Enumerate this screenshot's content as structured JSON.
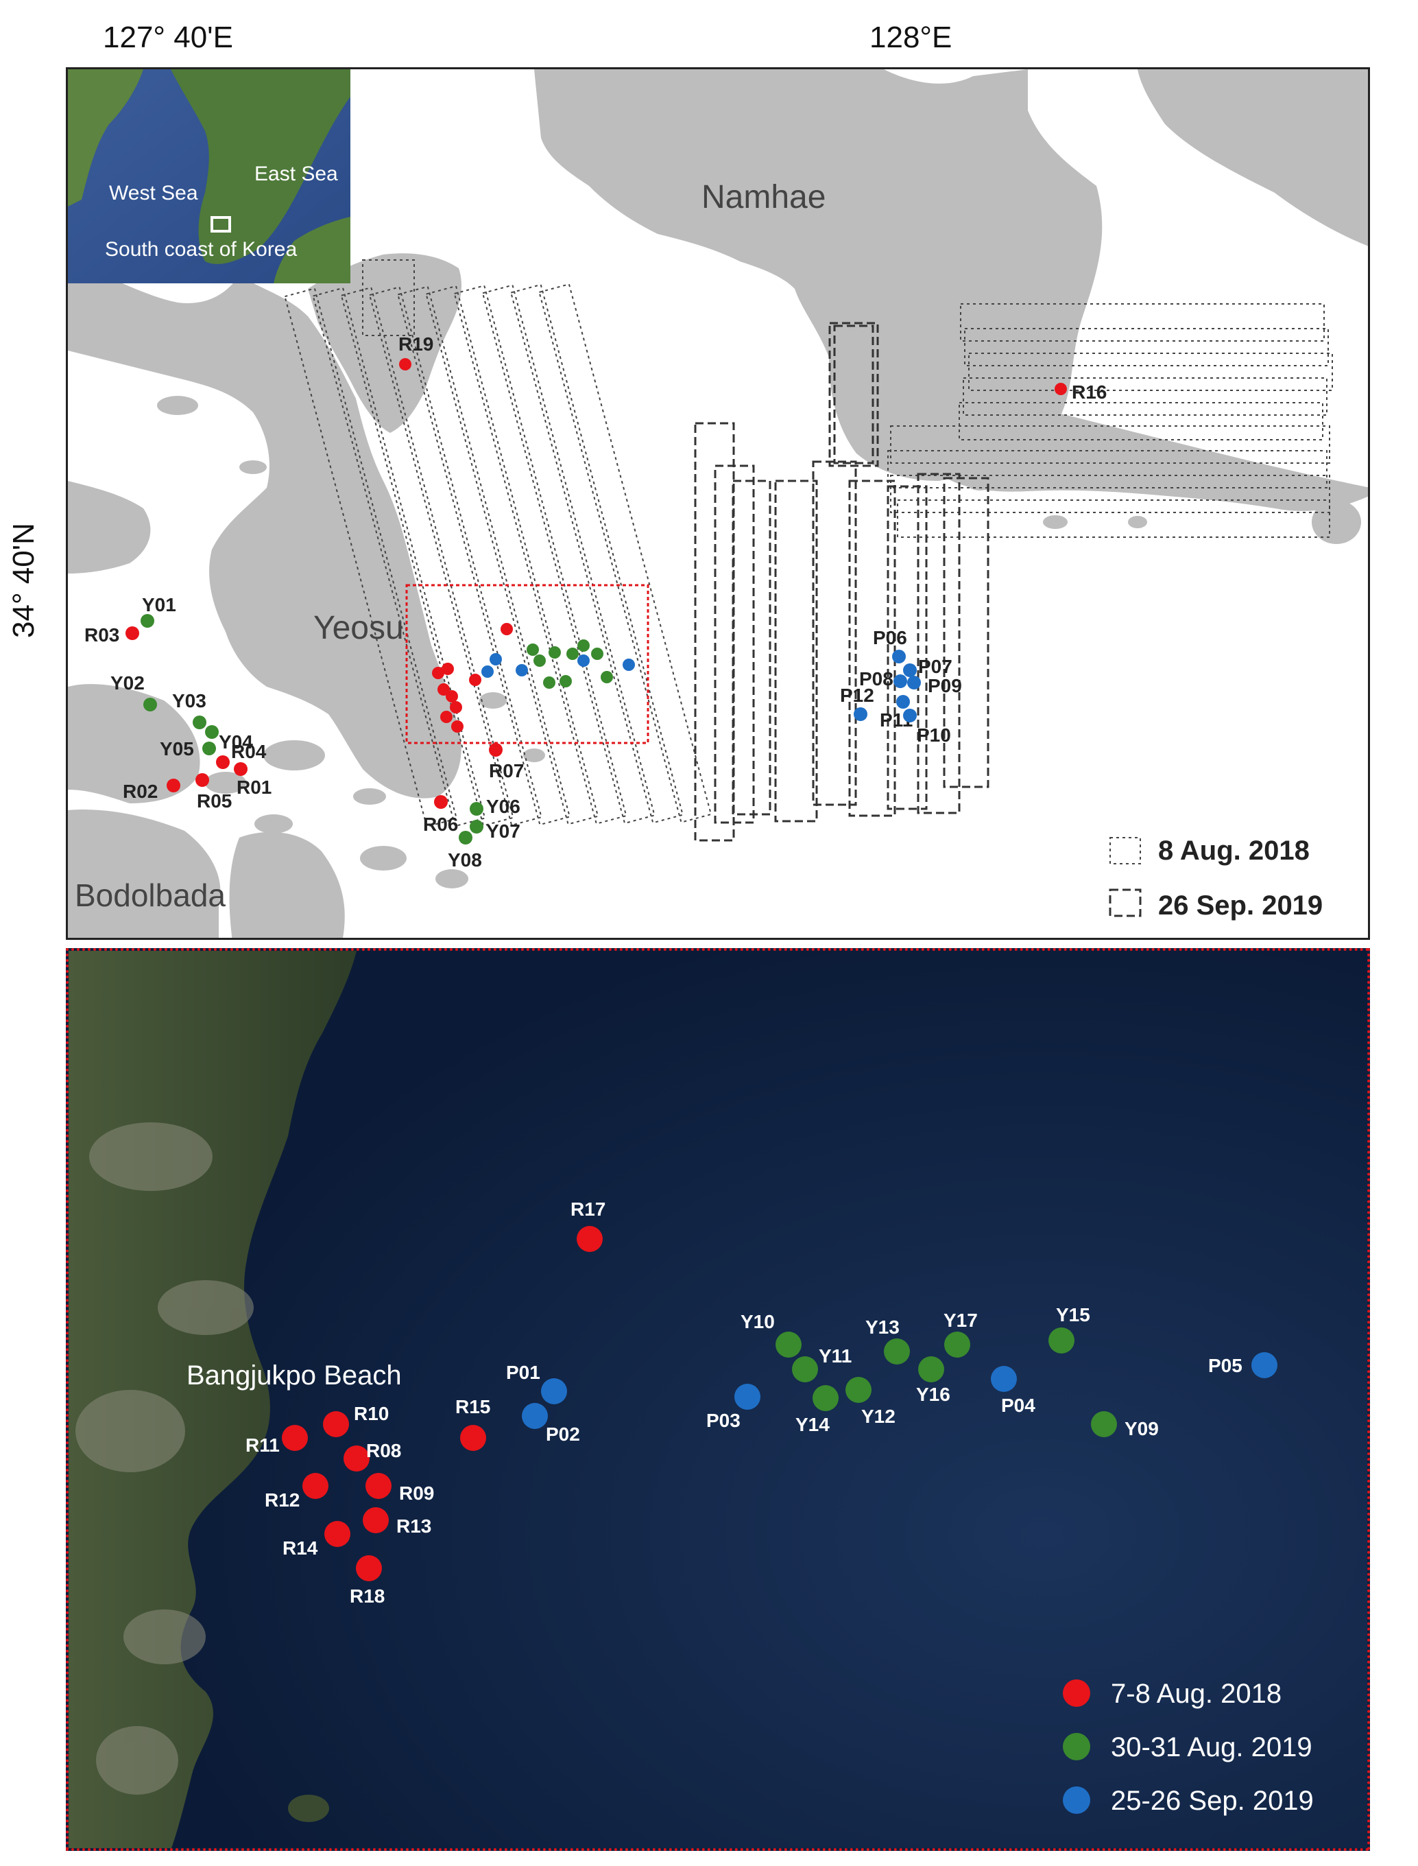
{
  "coordinates": {
    "lon_left": "127° 40'E",
    "lon_right": "128°E",
    "lat": "34° 40'N"
  },
  "inset": {
    "labels": [
      "West Sea",
      "East Sea",
      "South coast of Korea"
    ]
  },
  "places": {
    "namhae": "Namhae",
    "yeosu": "Yeosu",
    "bodolbada": "Bodolbada",
    "beach": "Bangjukpo Beach"
  },
  "top_legend": {
    "dotted": "8 Aug. 2018",
    "dashed": "26 Sep. 2019"
  },
  "bottom_legend": {
    "red": "7-8 Aug. 2018",
    "green": "30-31 Aug. 2019",
    "blue": "25-26 Sep. 2019"
  },
  "colors": {
    "red": "#e8141a",
    "green": "#3a8a2e",
    "blue": "#1f6fc6",
    "land": "#bdbdbd",
    "sea_dark": "#0d1f3e",
    "box_red": "#e0141a"
  },
  "top_points": [
    {
      "id": "Y01",
      "c": "green"
    },
    {
      "id": "R03",
      "c": "red"
    },
    {
      "id": "Y02",
      "c": "green"
    },
    {
      "id": "Y03",
      "c": "green"
    },
    {
      "id": "Y04",
      "c": "green"
    },
    {
      "id": "Y05",
      "c": "green"
    },
    {
      "id": "R04",
      "c": "red"
    },
    {
      "id": "R01",
      "c": "red"
    },
    {
      "id": "R02",
      "c": "red"
    },
    {
      "id": "R05",
      "c": "red"
    },
    {
      "id": "R19",
      "c": "red"
    },
    {
      "id": "R16",
      "c": "red"
    },
    {
      "id": "R07",
      "c": "red"
    },
    {
      "id": "R06",
      "c": "red"
    },
    {
      "id": "Y06",
      "c": "green"
    },
    {
      "id": "Y07",
      "c": "green"
    },
    {
      "id": "Y08",
      "c": "green"
    },
    {
      "id": "P06",
      "c": "blue"
    },
    {
      "id": "P07",
      "c": "blue"
    },
    {
      "id": "P08",
      "c": "blue"
    },
    {
      "id": "P09",
      "c": "blue"
    },
    {
      "id": "P12",
      "c": "blue"
    },
    {
      "id": "P11",
      "c": "blue"
    },
    {
      "id": "P10",
      "c": "blue"
    }
  ],
  "bottom_points": [
    {
      "id": "R17",
      "c": "red"
    },
    {
      "id": "R15",
      "c": "red"
    },
    {
      "id": "R10",
      "c": "red"
    },
    {
      "id": "R11",
      "c": "red"
    },
    {
      "id": "R08",
      "c": "red"
    },
    {
      "id": "R12",
      "c": "red"
    },
    {
      "id": "R09",
      "c": "red"
    },
    {
      "id": "R13",
      "c": "red"
    },
    {
      "id": "R14",
      "c": "red"
    },
    {
      "id": "R18",
      "c": "red"
    },
    {
      "id": "P01",
      "c": "blue"
    },
    {
      "id": "P02",
      "c": "blue"
    },
    {
      "id": "P03",
      "c": "blue"
    },
    {
      "id": "P04",
      "c": "blue"
    },
    {
      "id": "P05",
      "c": "blue"
    },
    {
      "id": "Y10",
      "c": "green"
    },
    {
      "id": "Y11",
      "c": "green"
    },
    {
      "id": "Y14",
      "c": "green"
    },
    {
      "id": "Y12",
      "c": "green"
    },
    {
      "id": "Y13",
      "c": "green"
    },
    {
      "id": "Y16",
      "c": "green"
    },
    {
      "id": "Y17",
      "c": "green"
    },
    {
      "id": "Y15",
      "c": "green"
    },
    {
      "id": "Y09",
      "c": "green"
    }
  ]
}
